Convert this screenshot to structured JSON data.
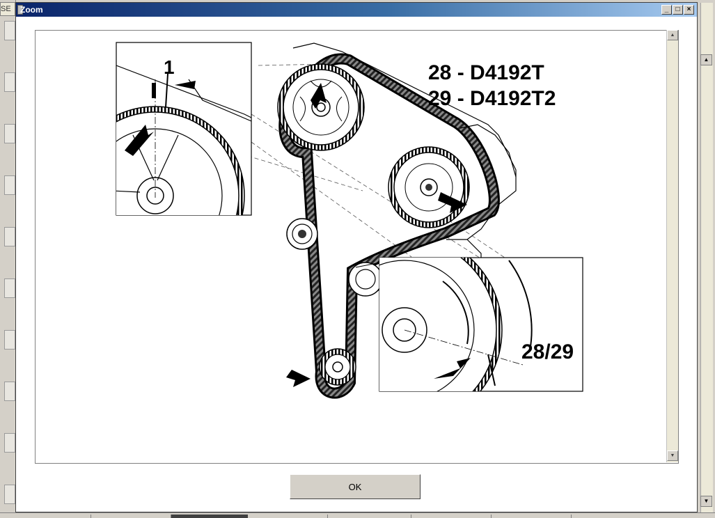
{
  "background": {
    "tab_label": "SE"
  },
  "dialog": {
    "title": "Zoom",
    "window_buttons": {
      "minimize": "_",
      "maximize": "□",
      "close": "×"
    },
    "ok_label": "OK"
  },
  "diagram": {
    "label_1": "1",
    "label_28": "28 - D4192T",
    "label_29": "29 - D4192T2",
    "label_2829": "28/29"
  },
  "colors": {
    "title_start": "#0a246a",
    "title_end": "#a6caf0",
    "face": "#d4d0c8"
  }
}
